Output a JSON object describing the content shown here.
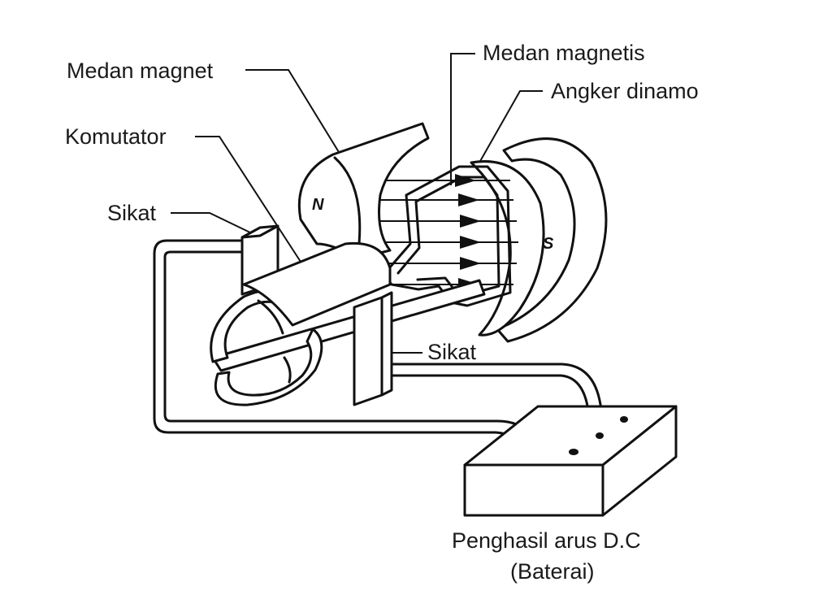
{
  "labels": {
    "medan_magnet": "Medan magnet",
    "komutator": "Komutator",
    "sikat_left": "Sikat",
    "medan_magnetis": "Medan magnetis",
    "angker_dinamo": "Angker dinamo",
    "sikat_right": "Sikat",
    "penghasil": "Penghasil arus D.C",
    "baterai": "(Baterai)"
  },
  "poles": {
    "north": "N",
    "south": "S"
  }
}
